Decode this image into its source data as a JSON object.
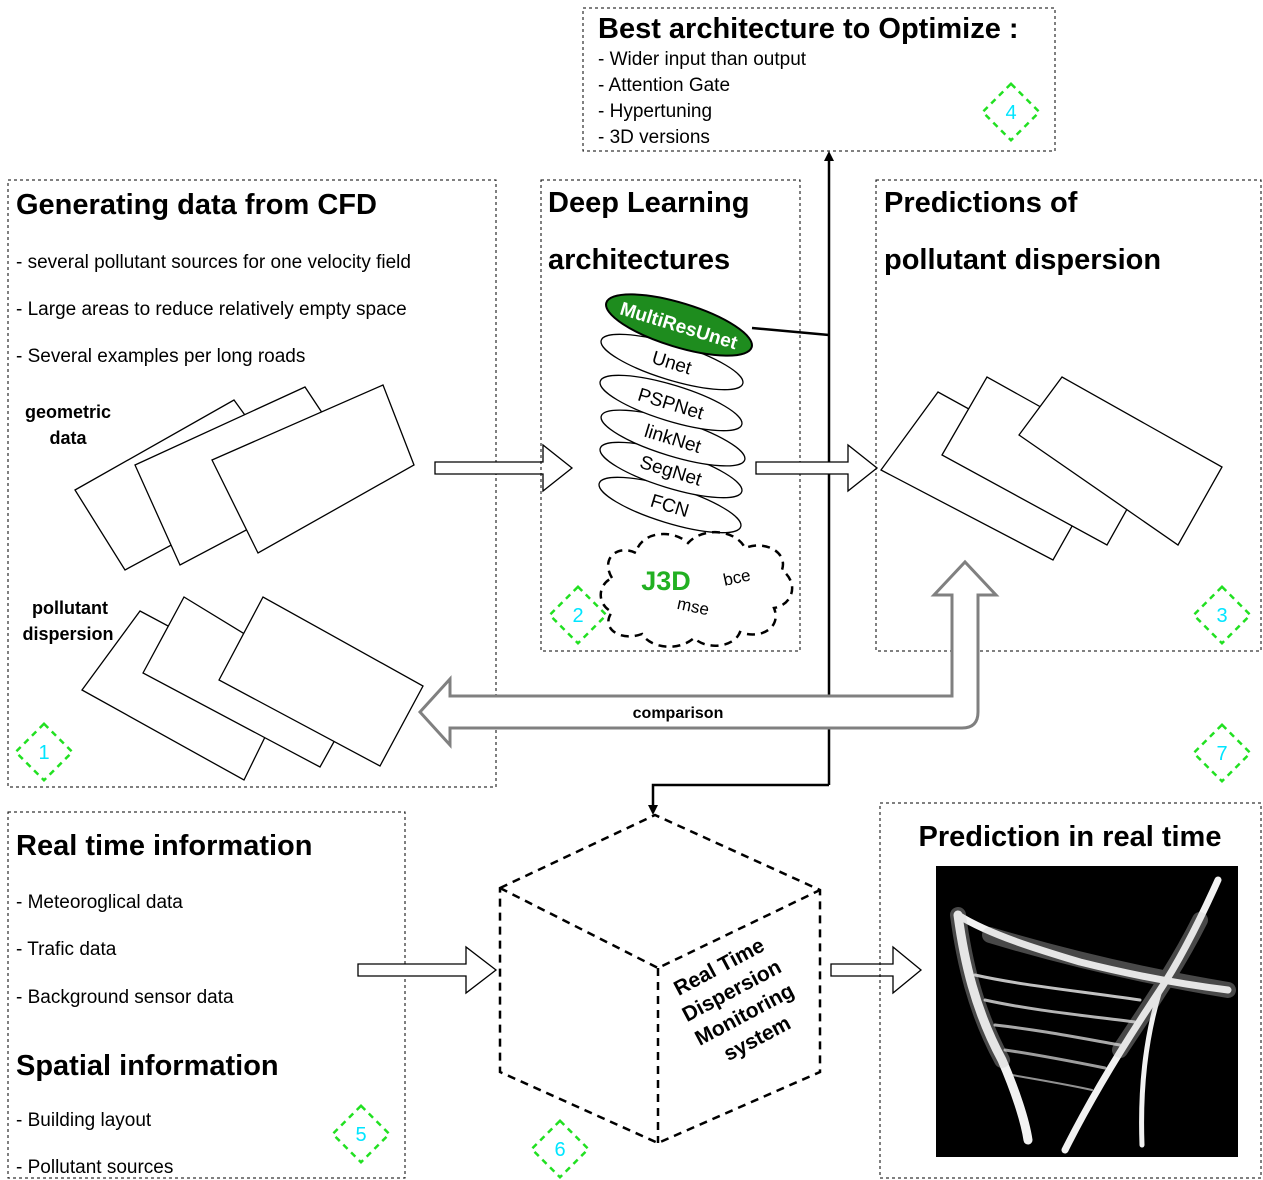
{
  "optimize": {
    "title": "Best architecture to Optimize :",
    "items": [
      "- Wider input than output",
      "- Attention Gate",
      "- Hypertuning",
      "- 3D versions"
    ],
    "badge": "4"
  },
  "cfd": {
    "title": "Generating data from CFD",
    "items": [
      "- several pollutant sources for one velocity field",
      "- Large areas to reduce relatively empty space",
      "- Several examples per long roads"
    ],
    "geometric_label": [
      "geometric",
      "data"
    ],
    "pollutant_label": [
      "pollutant",
      "dispersion"
    ],
    "badge": "1"
  },
  "deep_learning": {
    "title_lines": [
      "Deep Learning",
      "architectures"
    ],
    "highlighted_model": "MultiResUnet",
    "models": [
      "Unet",
      "PSPNet",
      "linkNet",
      "SegNet",
      "FCN"
    ],
    "cloud_title": "J3D",
    "cloud_words": [
      "bce",
      "mse"
    ],
    "badge": "2"
  },
  "predictions": {
    "title_lines": [
      "Predictions of",
      "pollutant dispersion"
    ],
    "badge": "3"
  },
  "comparison_label": "comparison",
  "badge_7": "7",
  "realtime": {
    "title": "Real time information",
    "items": [
      "- Meteoroglical data",
      "- Trafic data",
      "- Background sensor data"
    ],
    "spatial_title": "Spatial information",
    "spatial_items": [
      "- Building layout",
      "- Pollutant sources"
    ],
    "badge": "5"
  },
  "system": {
    "lines": [
      "Real Time",
      "Dispersion",
      "Monitoring",
      "system"
    ],
    "badge": "6"
  },
  "realtime_prediction": {
    "title": "Prediction in real time"
  },
  "colors": {
    "highlight_green": "#1e8c1e",
    "j3d_green": "#22b022",
    "badge_dash_green": "#21e021",
    "badge_number_cyan": "#00e5ff",
    "comparison_arrow_grey": "#808080"
  }
}
